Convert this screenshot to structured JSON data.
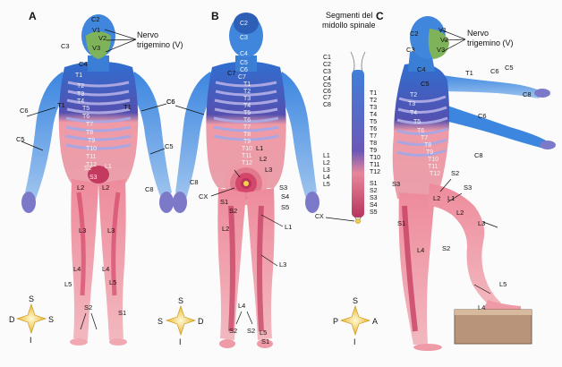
{
  "panels": [
    {
      "letter": "A"
    },
    {
      "letter": "B"
    },
    {
      "letter": "C"
    }
  ],
  "trigeminal_label": {
    "line1": "Nervo",
    "line2": "trigemino (V)"
  },
  "spinal_title": {
    "line1": "Segmenti del",
    "line2": "midollo spinale"
  },
  "panel_a": {
    "face": [
      "V1",
      "V2",
      "V3"
    ],
    "left_labels": [
      "C2",
      "C3",
      "C4",
      "T1",
      "C6",
      "C5"
    ],
    "trunk": [
      "T2",
      "T3",
      "T4",
      "T5",
      "T6",
      "T7",
      "T8",
      "T9",
      "T10",
      "T11",
      "T12"
    ],
    "right_labels": [
      "T1",
      "C6",
      "C5",
      "C8"
    ],
    "lower": [
      "L1",
      "S2",
      "S3",
      "L2",
      "L2",
      "L3",
      "L3",
      "L4",
      "L4",
      "L5",
      "L5",
      "S2",
      "S1"
    ],
    "compass": {
      "top": "S",
      "left": "D",
      "right": "S",
      "bottom": "I"
    }
  },
  "panel_b": {
    "head_neck": [
      "C2",
      "C3",
      "C4",
      "C5",
      "C6",
      "C7"
    ],
    "trunk": [
      "T1",
      "T2",
      "T3",
      "T4",
      "T5",
      "T6",
      "T7",
      "T8",
      "T9",
      "T10",
      "T11",
      "T12"
    ],
    "side": [
      "C7",
      "C6",
      "C8"
    ],
    "lower": [
      "L1",
      "L2",
      "L3",
      "S3",
      "S4",
      "S5",
      "CX",
      "S1",
      "S2",
      "L1",
      "L2",
      "L3",
      "L4",
      "S2",
      "S2",
      "L5",
      "S1"
    ],
    "compass": {
      "top": "S",
      "left": "S",
      "right": "D",
      "bottom": "I"
    }
  },
  "spinal": {
    "left": [
      "C1",
      "C2",
      "C3",
      "C4",
      "C5",
      "C6",
      "C7",
      "C8",
      "T1",
      "T2",
      "T3",
      "T4",
      "T5",
      "T6",
      "T7",
      "T8",
      "T9",
      "T10",
      "T11",
      "T12",
      "L1",
      "L2",
      "L3",
      "L4",
      "L5",
      "CX"
    ],
    "right": [
      "T1",
      "T2",
      "T3",
      "T4",
      "T5",
      "T6",
      "T7",
      "T8",
      "T9",
      "T10",
      "T11",
      "T12",
      "S1",
      "S2",
      "S3",
      "S4",
      "S5"
    ]
  },
  "panel_c": {
    "face": [
      "C2",
      "V1",
      "V2",
      "V3",
      "C3"
    ],
    "upper": [
      "C4",
      "C5",
      "T1",
      "C6",
      "C5",
      "C8",
      "C6",
      "C8"
    ],
    "trunk": [
      "T2",
      "T3",
      "T4",
      "T5",
      "T6",
      "T7",
      "T8",
      "T9",
      "T10",
      "T11",
      "T12"
    ],
    "lower": [
      "S2",
      "S3",
      "L1",
      "L2",
      "S3",
      "S1",
      "L2",
      "L3",
      "L4",
      "S2",
      "L5",
      "L4"
    ],
    "compass": {
      "top": "S",
      "left": "P",
      "right": "A",
      "bottom": "I"
    }
  },
  "colors": {
    "cervical": "#6fa7e0",
    "cervical_dark": "#2d5fb6",
    "thoracic": "#7d79c9",
    "thoracic_dark": "#5a53a8",
    "lumbar": "#ef9aa7",
    "lumbar_dark": "#d4476a",
    "sacral": "#c33a5e",
    "face": "#7fb35a"
  }
}
